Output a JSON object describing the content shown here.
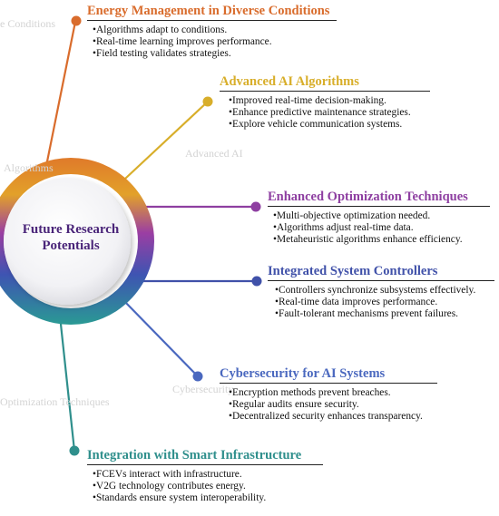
{
  "center_title_lines": [
    "Future Research",
    "Potentials"
  ],
  "colors": {
    "energy": "#d96c2c",
    "algorithms": "#d8ae2a",
    "optimization": "#8e3fa1",
    "controllers": "#4051a9",
    "cybersecurity": "#4a68bf",
    "infrastructure": "#2f8f8c",
    "center_text": "#4a2579"
  },
  "sections": [
    {
      "key": "energy",
      "title": "Energy Management in Diverse Conditions",
      "bullets": [
        "Algorithms adapt to conditions.",
        "Real-time learning improves performance.",
        "Field testing validates strategies."
      ]
    },
    {
      "key": "algorithms",
      "title": "Advanced AI Algorithms",
      "bullets": [
        "Improved real-time decision-making.",
        "Enhance predictive maintenance strategies.",
        "Explore vehicle communication systems."
      ]
    },
    {
      "key": "optimization",
      "title": "Enhanced Optimization Techniques",
      "bullets": [
        "Multi-objective optimization needed.",
        "Algorithms adjust real-time data.",
        "Metaheuristic algorithms enhance efficiency."
      ]
    },
    {
      "key": "controllers",
      "title": "Integrated System Controllers",
      "bullets": [
        "Controllers synchronize subsystems effectively.",
        "Real-time data improves performance.",
        "Fault-tolerant mechanisms prevent failures."
      ]
    },
    {
      "key": "cybersecurity",
      "title": "Cybersecurity for AI Systems",
      "bullets": [
        "Encryption methods prevent breaches.",
        "Regular audits ensure security.",
        "Decentralized security enhances transparency."
      ]
    },
    {
      "key": "infrastructure",
      "title": "Integration with Smart Infrastructure",
      "bullets": [
        "FCEVs interact with infrastructure.",
        "V2G technology contributes energy.",
        "Standards ensure system interoperability."
      ]
    }
  ],
  "faint_labels": [
    "e Conditions",
    "Algorithms",
    "Advanced AI",
    "Optimization Techniques",
    "Cybersecurity"
  ]
}
